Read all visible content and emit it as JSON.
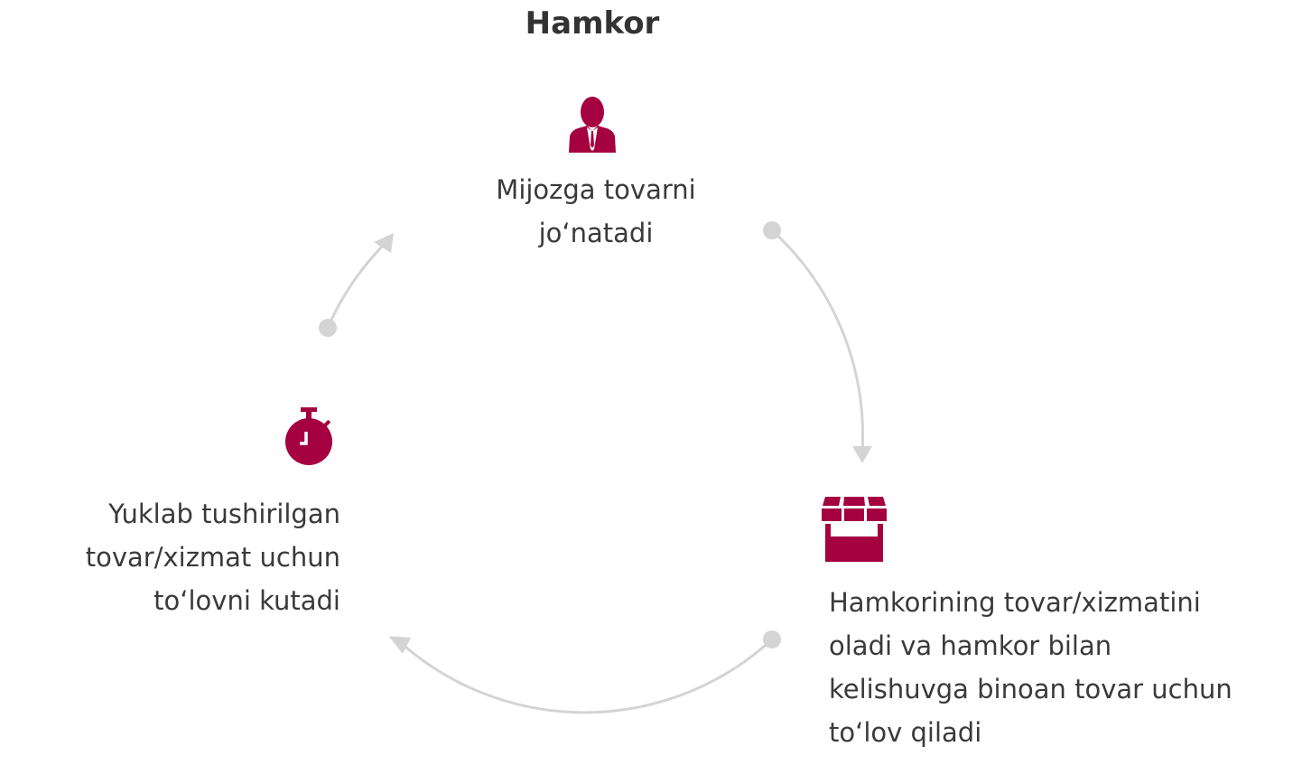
{
  "title": "Hamkor",
  "accent_color": "#a5003f",
  "arc_color": "#d4d4d4",
  "steps": [
    {
      "icon": "businessman-icon",
      "lines": [
        "Mijozga tovarni",
        "jo‘natadi"
      ]
    },
    {
      "icon": "store-icon",
      "lines": [
        "Hamkorining tovar/xizmatini",
        "oladi va hamkor bilan",
        "kelishuvga binoan tovar uchun",
        "to‘lov qiladi"
      ]
    },
    {
      "icon": "stopwatch-icon",
      "lines": [
        "Yuklab tushirilgan",
        "tovar/xizmat uchun",
        "to‘lovni kutadi"
      ]
    }
  ]
}
